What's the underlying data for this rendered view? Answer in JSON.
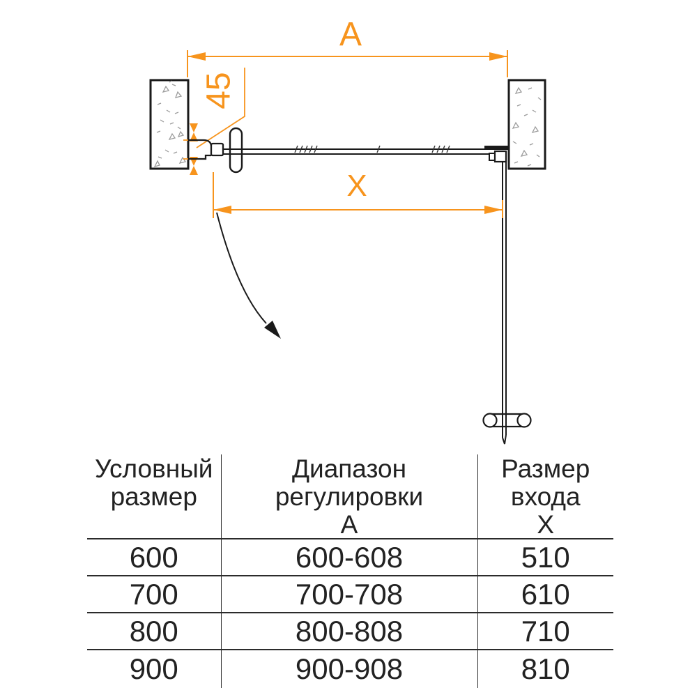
{
  "colors": {
    "accent": "#F7941D",
    "line": "#1A1A1A",
    "stipple": "#9B9B9B"
  },
  "diagram": {
    "label_a": "A",
    "label_x": "X",
    "label_45": "45"
  },
  "table": {
    "headers": [
      {
        "lines": [
          "Условный",
          "размер"
        ]
      },
      {
        "lines": [
          "Диапазон",
          "регулировки",
          "А"
        ]
      },
      {
        "lines": [
          "Размер",
          "входа",
          "Х"
        ]
      }
    ],
    "rows": [
      [
        "600",
        "600-608",
        "510"
      ],
      [
        "700",
        "700-708",
        "610"
      ],
      [
        "800",
        "800-808",
        "710"
      ],
      [
        "900",
        "900-908",
        "810"
      ]
    ]
  }
}
